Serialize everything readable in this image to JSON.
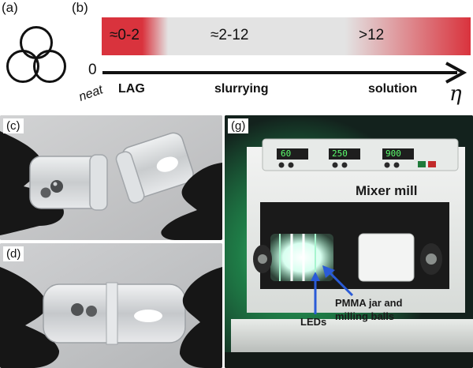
{
  "panels": {
    "a": {
      "label": "(a)"
    },
    "b": {
      "label": "(b)",
      "ranges": [
        "≈0-2",
        "≈2-12",
        ">12"
      ],
      "zero": "0",
      "neat": "neat",
      "regimes": [
        "LAG",
        "slurrying",
        "solution"
      ],
      "axis_symbol": "η"
    },
    "c": {
      "label": "(c)"
    },
    "d": {
      "label": "(d)"
    },
    "g": {
      "label": "(g)",
      "device_name": "Mixer mill",
      "annotation_leds": "LEDs",
      "annotation_jar_line1": "PMMA jar and",
      "annotation_jar_line2": "milling balls",
      "display_values": [
        "60",
        "250",
        "900"
      ]
    }
  },
  "colors": {
    "accent_red": "#d9333d",
    "band_grey": "#e3e3e3",
    "led_green": "#34d06a",
    "arrow_blue": "#2a5bd7"
  }
}
